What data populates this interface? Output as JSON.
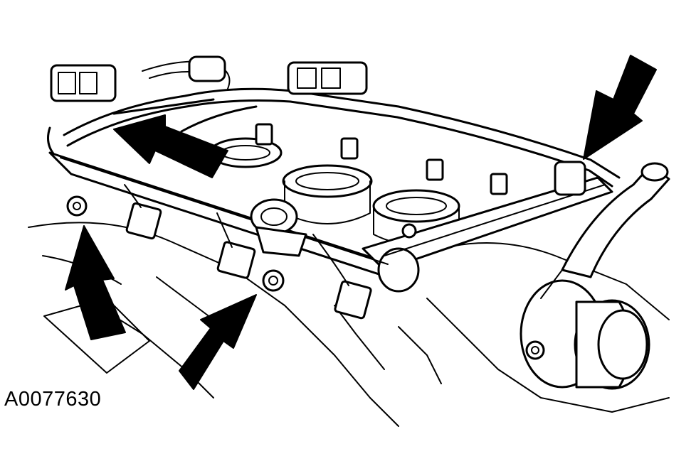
{
  "figure": {
    "id": "A0077630",
    "colors": {
      "ink": "#000000",
      "paper": "#ffffff"
    },
    "arrow_count": 4,
    "callouts": [
      {
        "name": "arrow-upper-left",
        "icon": "arrow-icon",
        "points_to": "wiring-harness"
      },
      {
        "name": "arrow-upper-right",
        "icon": "arrow-icon",
        "points_to": "harness-retainer"
      },
      {
        "name": "arrow-lower-left",
        "icon": "arrow-icon",
        "points_to": "fuel-rail-bolt"
      },
      {
        "name": "arrow-lower-center",
        "icon": "arrow-icon",
        "points_to": "fuel-rail-bolt"
      }
    ]
  }
}
